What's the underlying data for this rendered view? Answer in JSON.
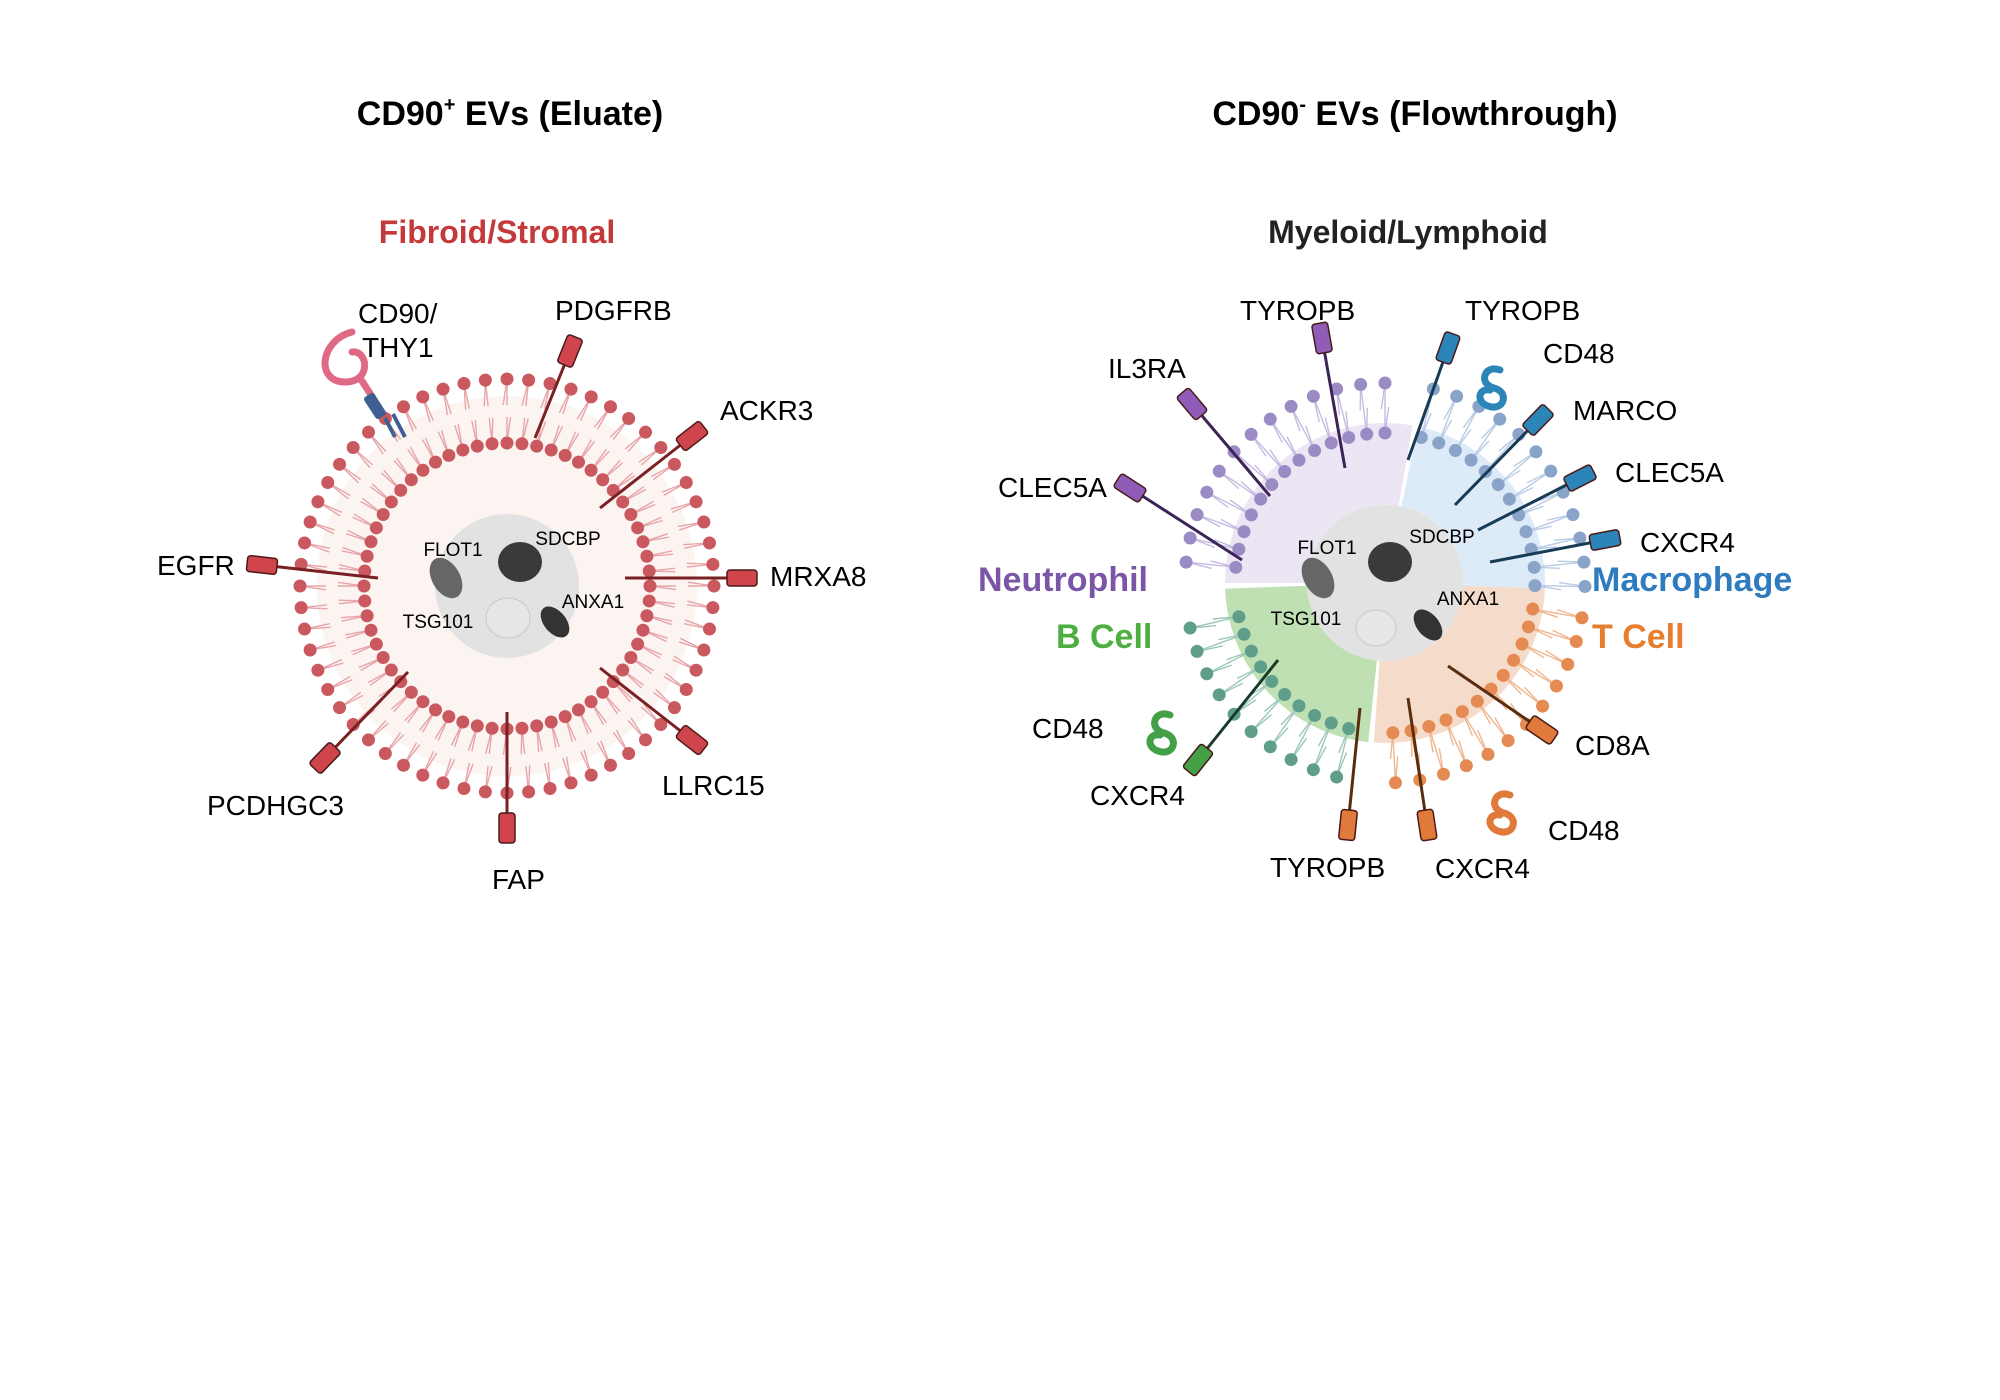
{
  "left_panel": {
    "title": "CD90",
    "title_sup": "+",
    "title_rest": " EVs (Eluate)",
    "subtitle": "Fibroid/Stromal",
    "subtitle_color": "#c43a3a",
    "membrane_color": "#c9585f",
    "core_markers": [
      "FLOT1",
      "SDCBP",
      "TSG101",
      "ANXA1"
    ],
    "antibody_label_line1": "CD90/",
    "antibody_label_line2": "THY1",
    "receptors": [
      "PDGFRB",
      "ACKR3",
      "MRXA8",
      "LLRC15",
      "FAP",
      "PCDHGC3",
      "EGFR"
    ]
  },
  "right_panel": {
    "title": "CD90",
    "title_sup": "-",
    "title_rest": " EVs (Flowthrough)",
    "subtitle": "Myeloid/Lymphoid",
    "core_markers": [
      "FLOT1",
      "SDCBP",
      "TSG101",
      "ANXA1"
    ],
    "cell_types": [
      {
        "name": "Neutrophil",
        "color": "#7b56a8",
        "receptors": [
          "TYROPB",
          "IL3RA",
          "CLEC5A"
        ]
      },
      {
        "name": "Macrophage",
        "color": "#2f7bbf",
        "receptors": [
          "TYROPB",
          "CD48",
          "MARCO",
          "CLEC5A",
          "CXCR4"
        ]
      },
      {
        "name": "B Cell",
        "color": "#4caf3f",
        "receptors": [
          "CD48",
          "CXCR4"
        ]
      },
      {
        "name": "T Cell",
        "color": "#e67e30",
        "receptors": [
          "CD8A",
          "CD48",
          "CXCR4",
          "TYROPB"
        ]
      }
    ]
  },
  "icon_names": [
    "membrane-icon",
    "protein-icon",
    "receptor-icon",
    "antibody-icon",
    "ligand-icon"
  ]
}
